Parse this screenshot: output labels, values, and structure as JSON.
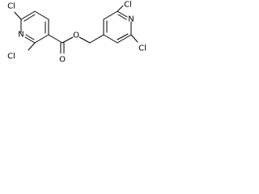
{
  "molecule": {
    "atoms": {
      "left_ring": {
        "chlorine_top": "Cl",
        "chlorine_bottom": "Cl",
        "nitrogen": "N"
      },
      "ester": {
        "carbonyl_oxygen": "O",
        "ester_oxygen": "O"
      },
      "right_ring": {
        "chlorine_top": "Cl",
        "chlorine_bottom": "Cl",
        "nitrogen": "N"
      }
    }
  },
  "colors": {
    "bond": "#000000",
    "label": "#000000",
    "background": "#ffffff"
  }
}
